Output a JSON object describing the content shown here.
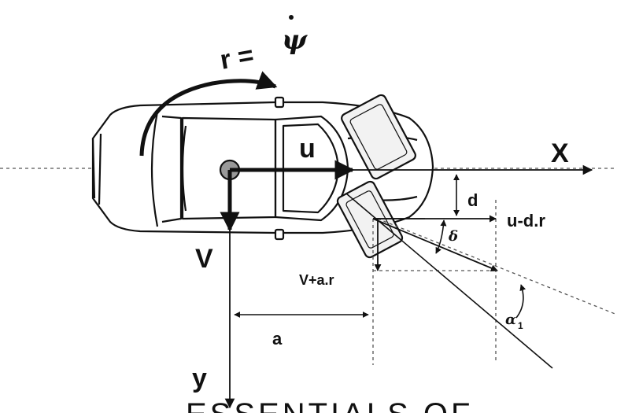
{
  "labels": {
    "yaw_r": "r =",
    "yaw_psi": "ψ",
    "x_axis": "X",
    "y_axis": "y",
    "u": "u",
    "v": "V",
    "d": "d",
    "u_minus_dr": "u-d.r",
    "v_plus_ar": "V+a.r",
    "delta": "δ",
    "a": "a",
    "alpha": "α",
    "alpha_sub": "1"
  },
  "footer": {
    "cut_text": "ESSENTIALS OF"
  },
  "colors": {
    "ink": "#111111",
    "car_fill": "#ffffff",
    "tire_fill": "#f2f2f2",
    "dashed": "#555555"
  }
}
